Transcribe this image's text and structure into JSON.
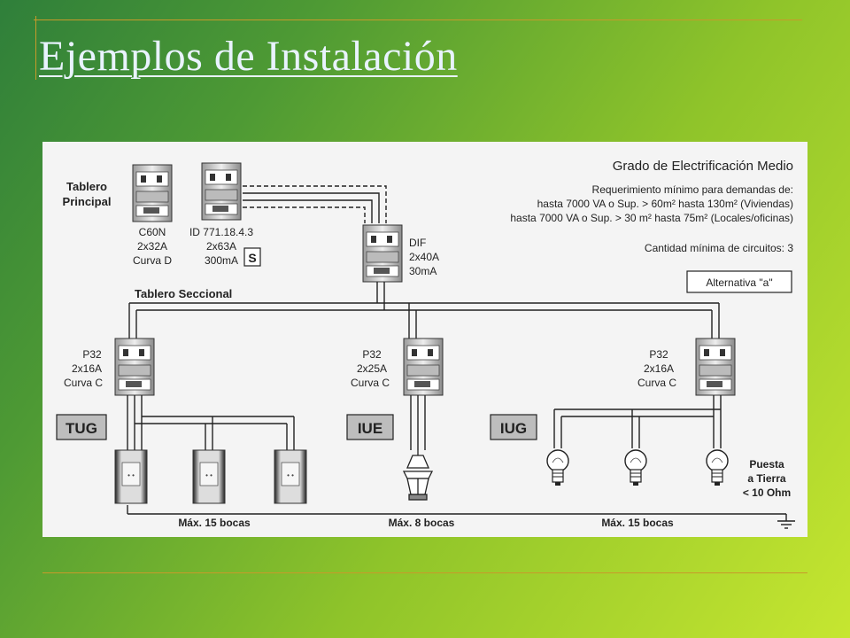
{
  "title": "Ejemplos de Instalación",
  "colors": {
    "rule": "#c89a2a",
    "title": "#e9f3ff",
    "panel": "#f4f4f4"
  },
  "diagram": {
    "heading": "Grado de Electrificación Medio",
    "req_lines": [
      "Requerimiento mínimo para demandas de:",
      "hasta 7000 VA o Sup. > 60m² hasta 130m² (Viviendas)",
      "hasta 7000 VA o Sup. > 30 m² hasta 75m² (Locales/oficinas)"
    ],
    "min_circuits": "Cantidad mínima de circuitos: 3",
    "alternative": "Alternativa \"a\"",
    "tablero_principal": [
      "Tablero",
      "Principal"
    ],
    "tablero_seccional": "Tablero Seccional",
    "breaker_c60n": [
      "C60N",
      "2x32A",
      "Curva D"
    ],
    "breaker_id": [
      "ID 771.18.4.3",
      "2x63A",
      "300mA"
    ],
    "s_mark": "S",
    "dif": [
      "DIF",
      "2x40A",
      "30mA"
    ],
    "p32_tug": [
      "P32",
      "2x16A",
      "Curva C"
    ],
    "p32_iue": [
      "P32",
      "2x25A",
      "Curva C"
    ],
    "p32_iug": [
      "P32",
      "2x16A",
      "Curva C"
    ],
    "circuit_tug": "TUG",
    "circuit_iue": "IUE",
    "circuit_iug": "IUG",
    "max_tug": "Máx. 15 bocas",
    "max_iue": "Máx. 8 bocas",
    "max_iug": "Máx. 15 bocas",
    "ground": [
      "Puesta",
      "a Tierra",
      "< 10 Ohm"
    ]
  }
}
